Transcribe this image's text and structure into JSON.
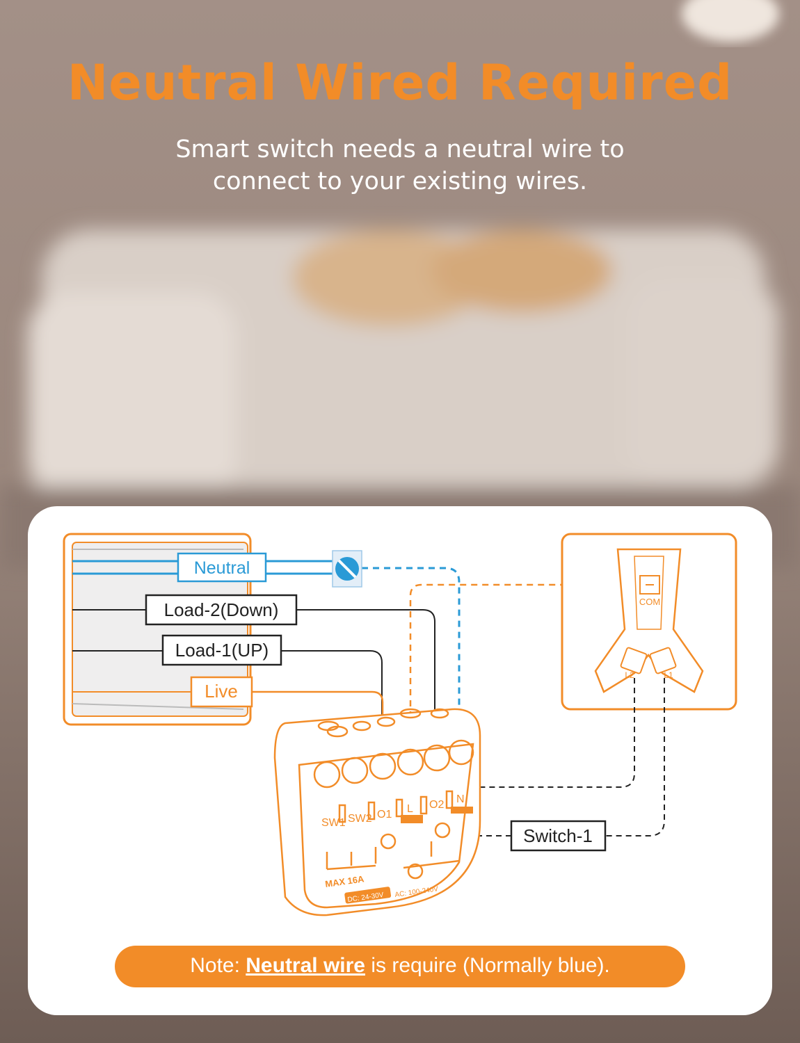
{
  "header": {
    "title": "Neutral Wired Required",
    "subtitle_line1": "Smart switch needs a neutral wire to",
    "subtitle_line2": "connect to your existing wires."
  },
  "diagram": {
    "labels": {
      "neutral": "Neutral",
      "load2": "Load-2(Down)",
      "load1": "Load-1(UP)",
      "live": "Live",
      "switch1": "Switch-1",
      "com": "COM",
      "l2": "L2",
      "l1": "L1"
    },
    "terminals": [
      "SW1",
      "SW2",
      "O1",
      "L",
      "O2",
      "N"
    ],
    "specs": {
      "max": "MAX 16A",
      "dc": "DC: 24-30V",
      "ac": "AC: 100-240V"
    }
  },
  "note": {
    "prefix": "Note: ",
    "highlight": "Neutral wire",
    "suffix": " is require (Normally blue)."
  },
  "colors": {
    "accent": "#f28c28",
    "neutral_blue": "#2a9ad6",
    "wire_dark": "#222222",
    "card_bg": "#ffffff"
  }
}
